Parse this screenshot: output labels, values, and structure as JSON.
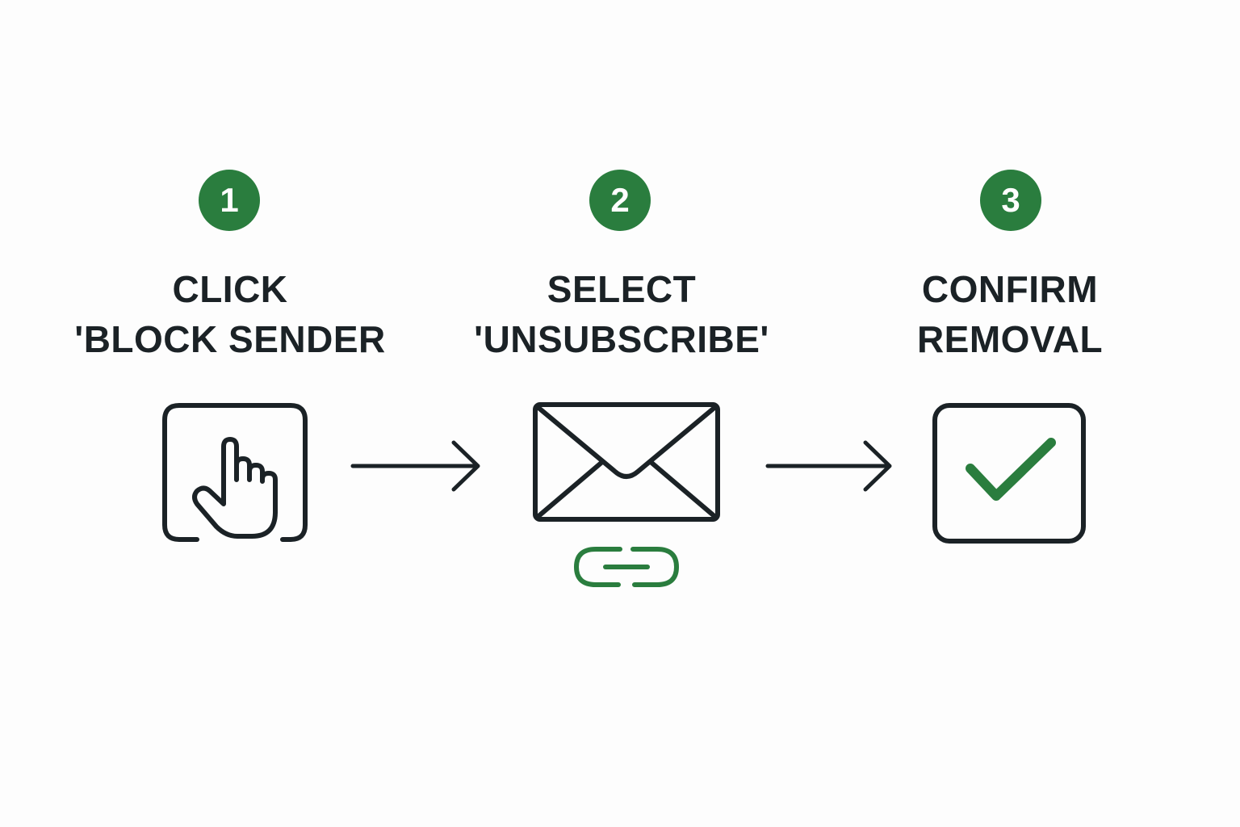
{
  "steps": [
    {
      "number": "1",
      "line1": "CLICK",
      "line2": "'BLOCK SENDER",
      "icon": "hand-pointer-icon"
    },
    {
      "number": "2",
      "line1": "SELECT",
      "line2": "'UNSUBSCRIBE'",
      "icon": "envelope-icon",
      "extra_icon": "link-icon"
    },
    {
      "number": "3",
      "line1": "CONFIRM",
      "line2": "REMOVAL",
      "icon": "checkbox-check-icon"
    }
  ],
  "colors": {
    "accent": "#2a7d3e",
    "ink": "#1b2226",
    "background": "#fdfdfd"
  }
}
